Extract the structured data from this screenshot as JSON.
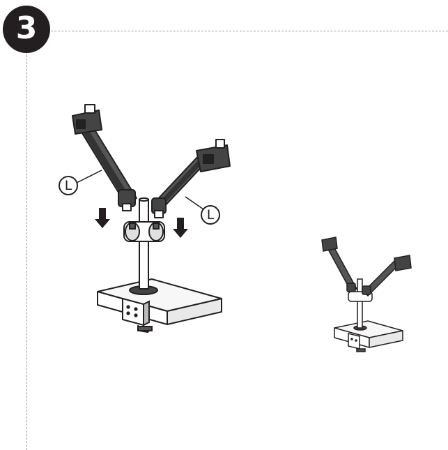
{
  "step": {
    "number": "3"
  },
  "callouts": [
    {
      "label": "L"
    },
    {
      "label": "L"
    }
  ],
  "colors": {
    "ink": "#231f20",
    "frame": "#9a9a9a",
    "arm_fill": "#555555",
    "desk_fill": "#f7f7f7"
  },
  "icons": [
    "step-number-badge",
    "down-arrow-icon",
    "monitor-arm-illustration",
    "desk-clamp-illustration"
  ]
}
